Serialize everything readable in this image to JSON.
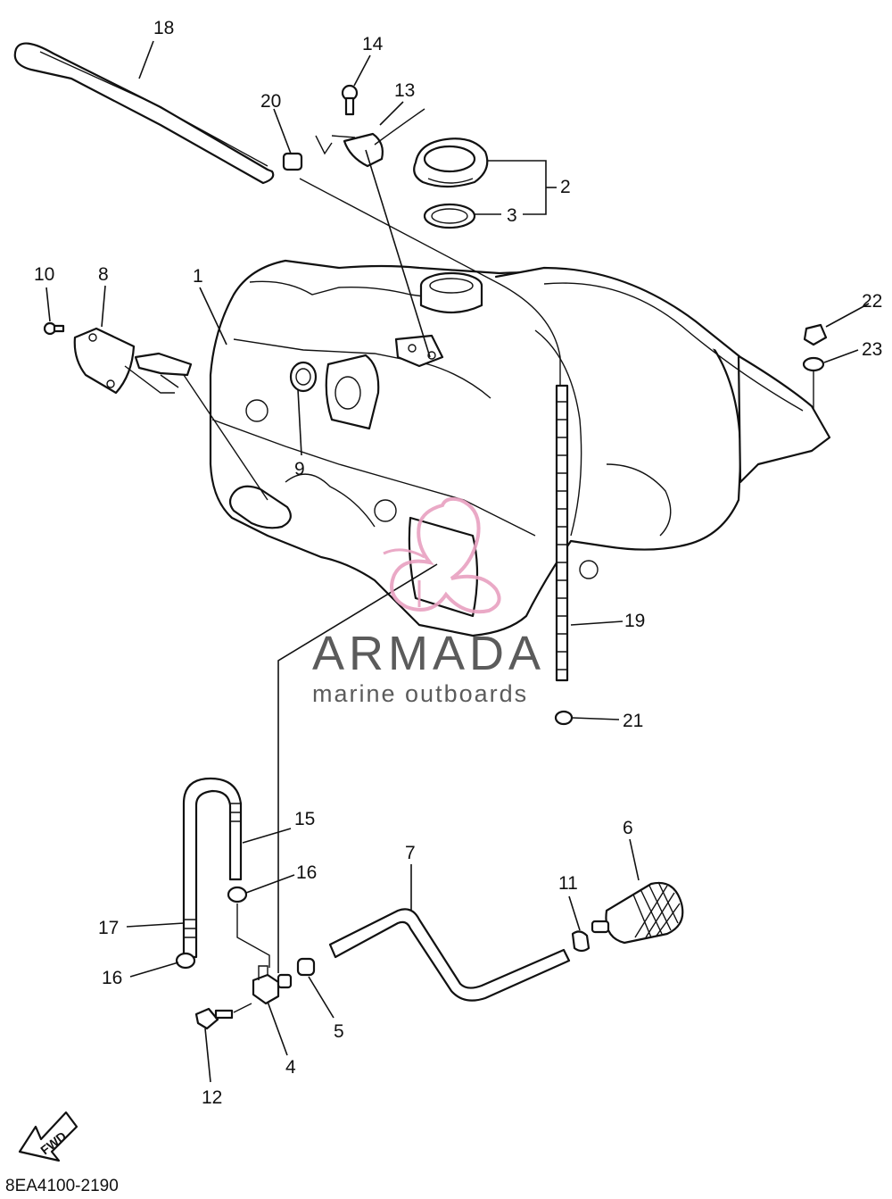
{
  "callouts": {
    "c1": "1",
    "c2": "2",
    "c3": "3",
    "c4": "4",
    "c5": "5",
    "c6": "6",
    "c7": "7",
    "c8": "8",
    "c9": "9",
    "c10": "10",
    "c11": "11",
    "c12": "12",
    "c13": "13",
    "c14": "14",
    "c15": "15",
    "c16a": "16",
    "c16b": "16",
    "c17": "17",
    "c18": "18",
    "c19": "19",
    "c20": "20",
    "c21": "21",
    "c22": "22",
    "c23": "23"
  },
  "watermark": {
    "brand": "ARMADA",
    "tagline": "marine outboards",
    "accent_color": "#e8a0c0",
    "text_color": "#4a4a4a"
  },
  "direction_marker": "FWD",
  "diagram_code": "8EA4100-2190"
}
